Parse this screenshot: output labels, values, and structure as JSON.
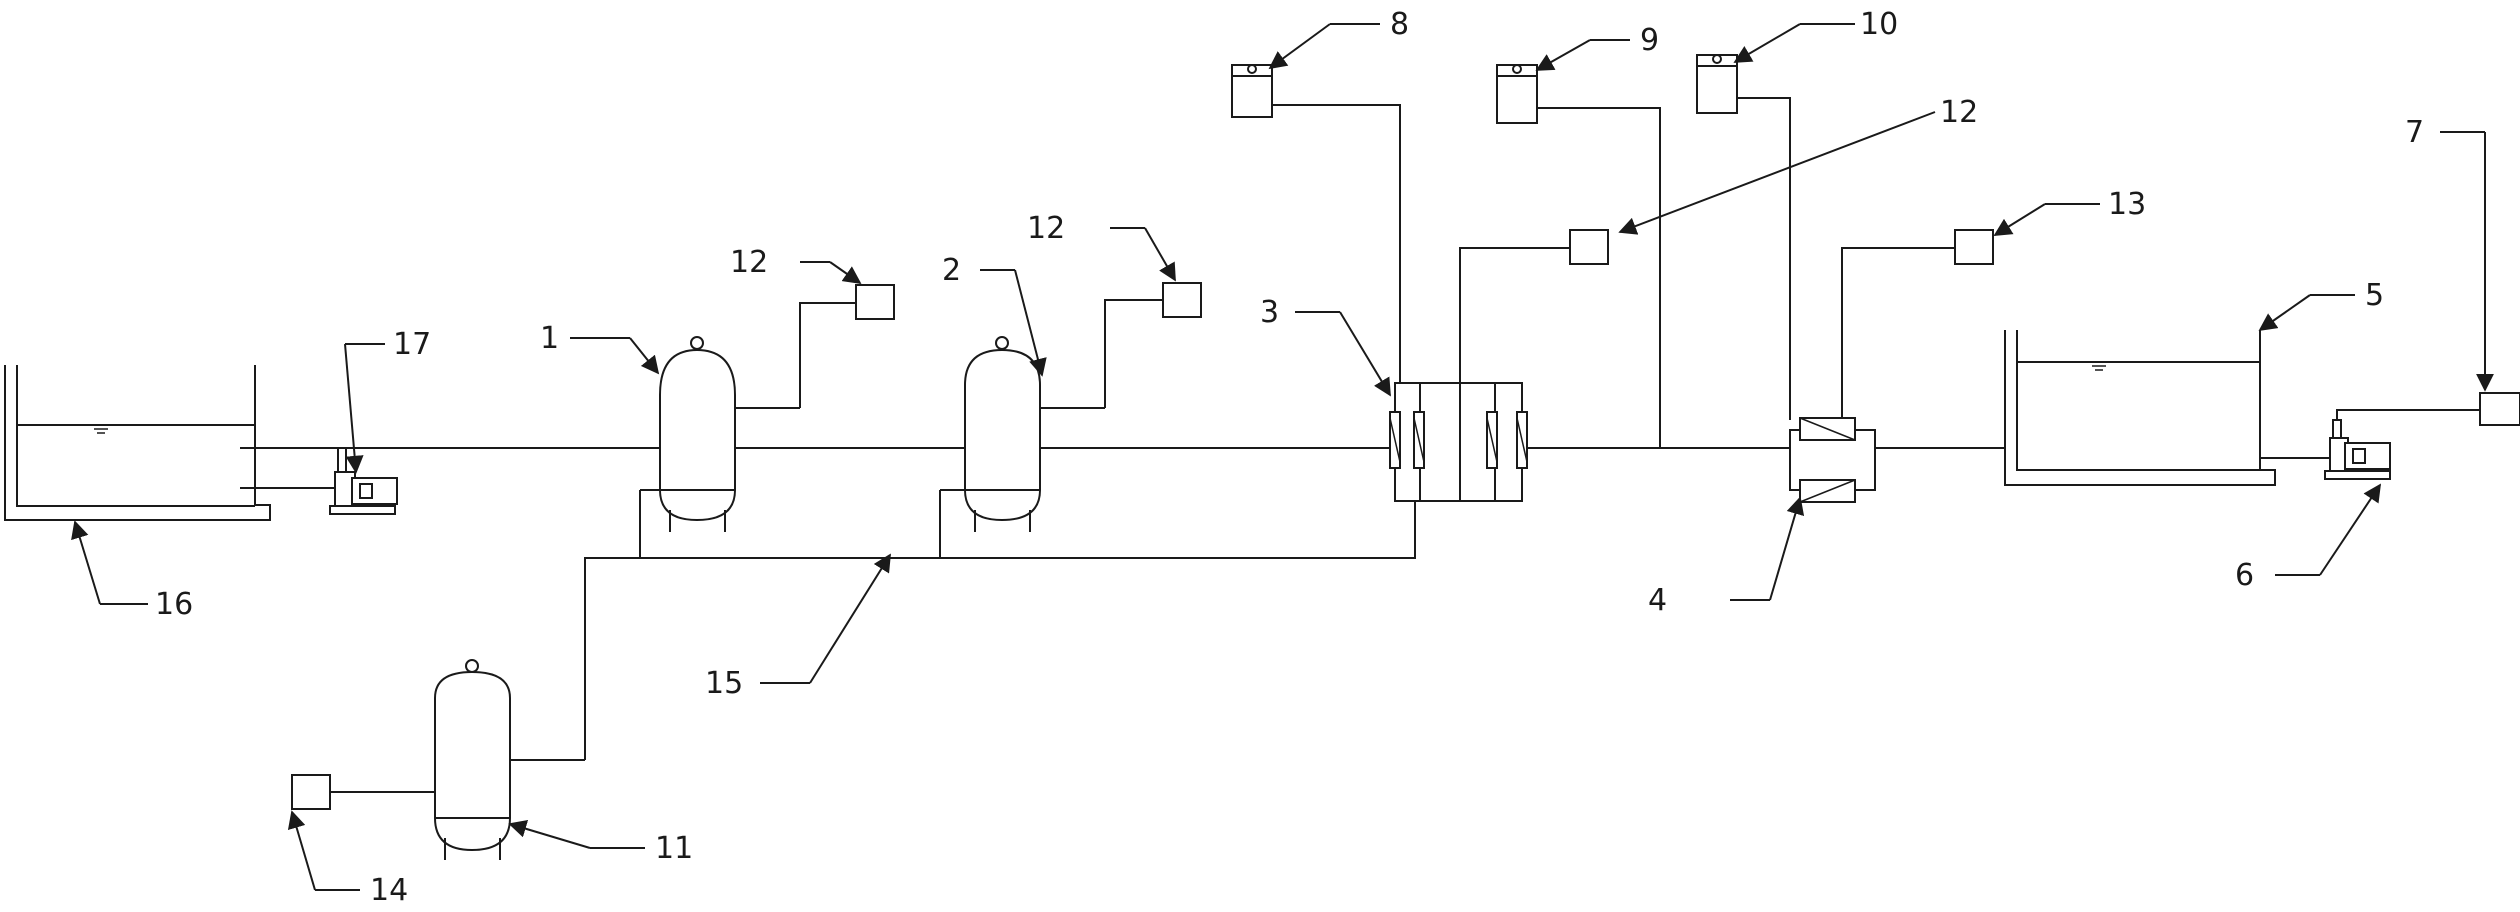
{
  "labels": {
    "n1": "1",
    "n2": "2",
    "n3": "3",
    "n4": "4",
    "n5": "5",
    "n6": "6",
    "n7": "7",
    "n8": "8",
    "n9": "9",
    "n10": "10",
    "n11": "11",
    "n12a": "12",
    "n12b": "12",
    "n12c": "12",
    "n13": "13",
    "n14": "14",
    "n15": "15",
    "n16": "16",
    "n17": "17"
  },
  "colors": {
    "line": "#1a1a1a",
    "background": "#ffffff"
  }
}
